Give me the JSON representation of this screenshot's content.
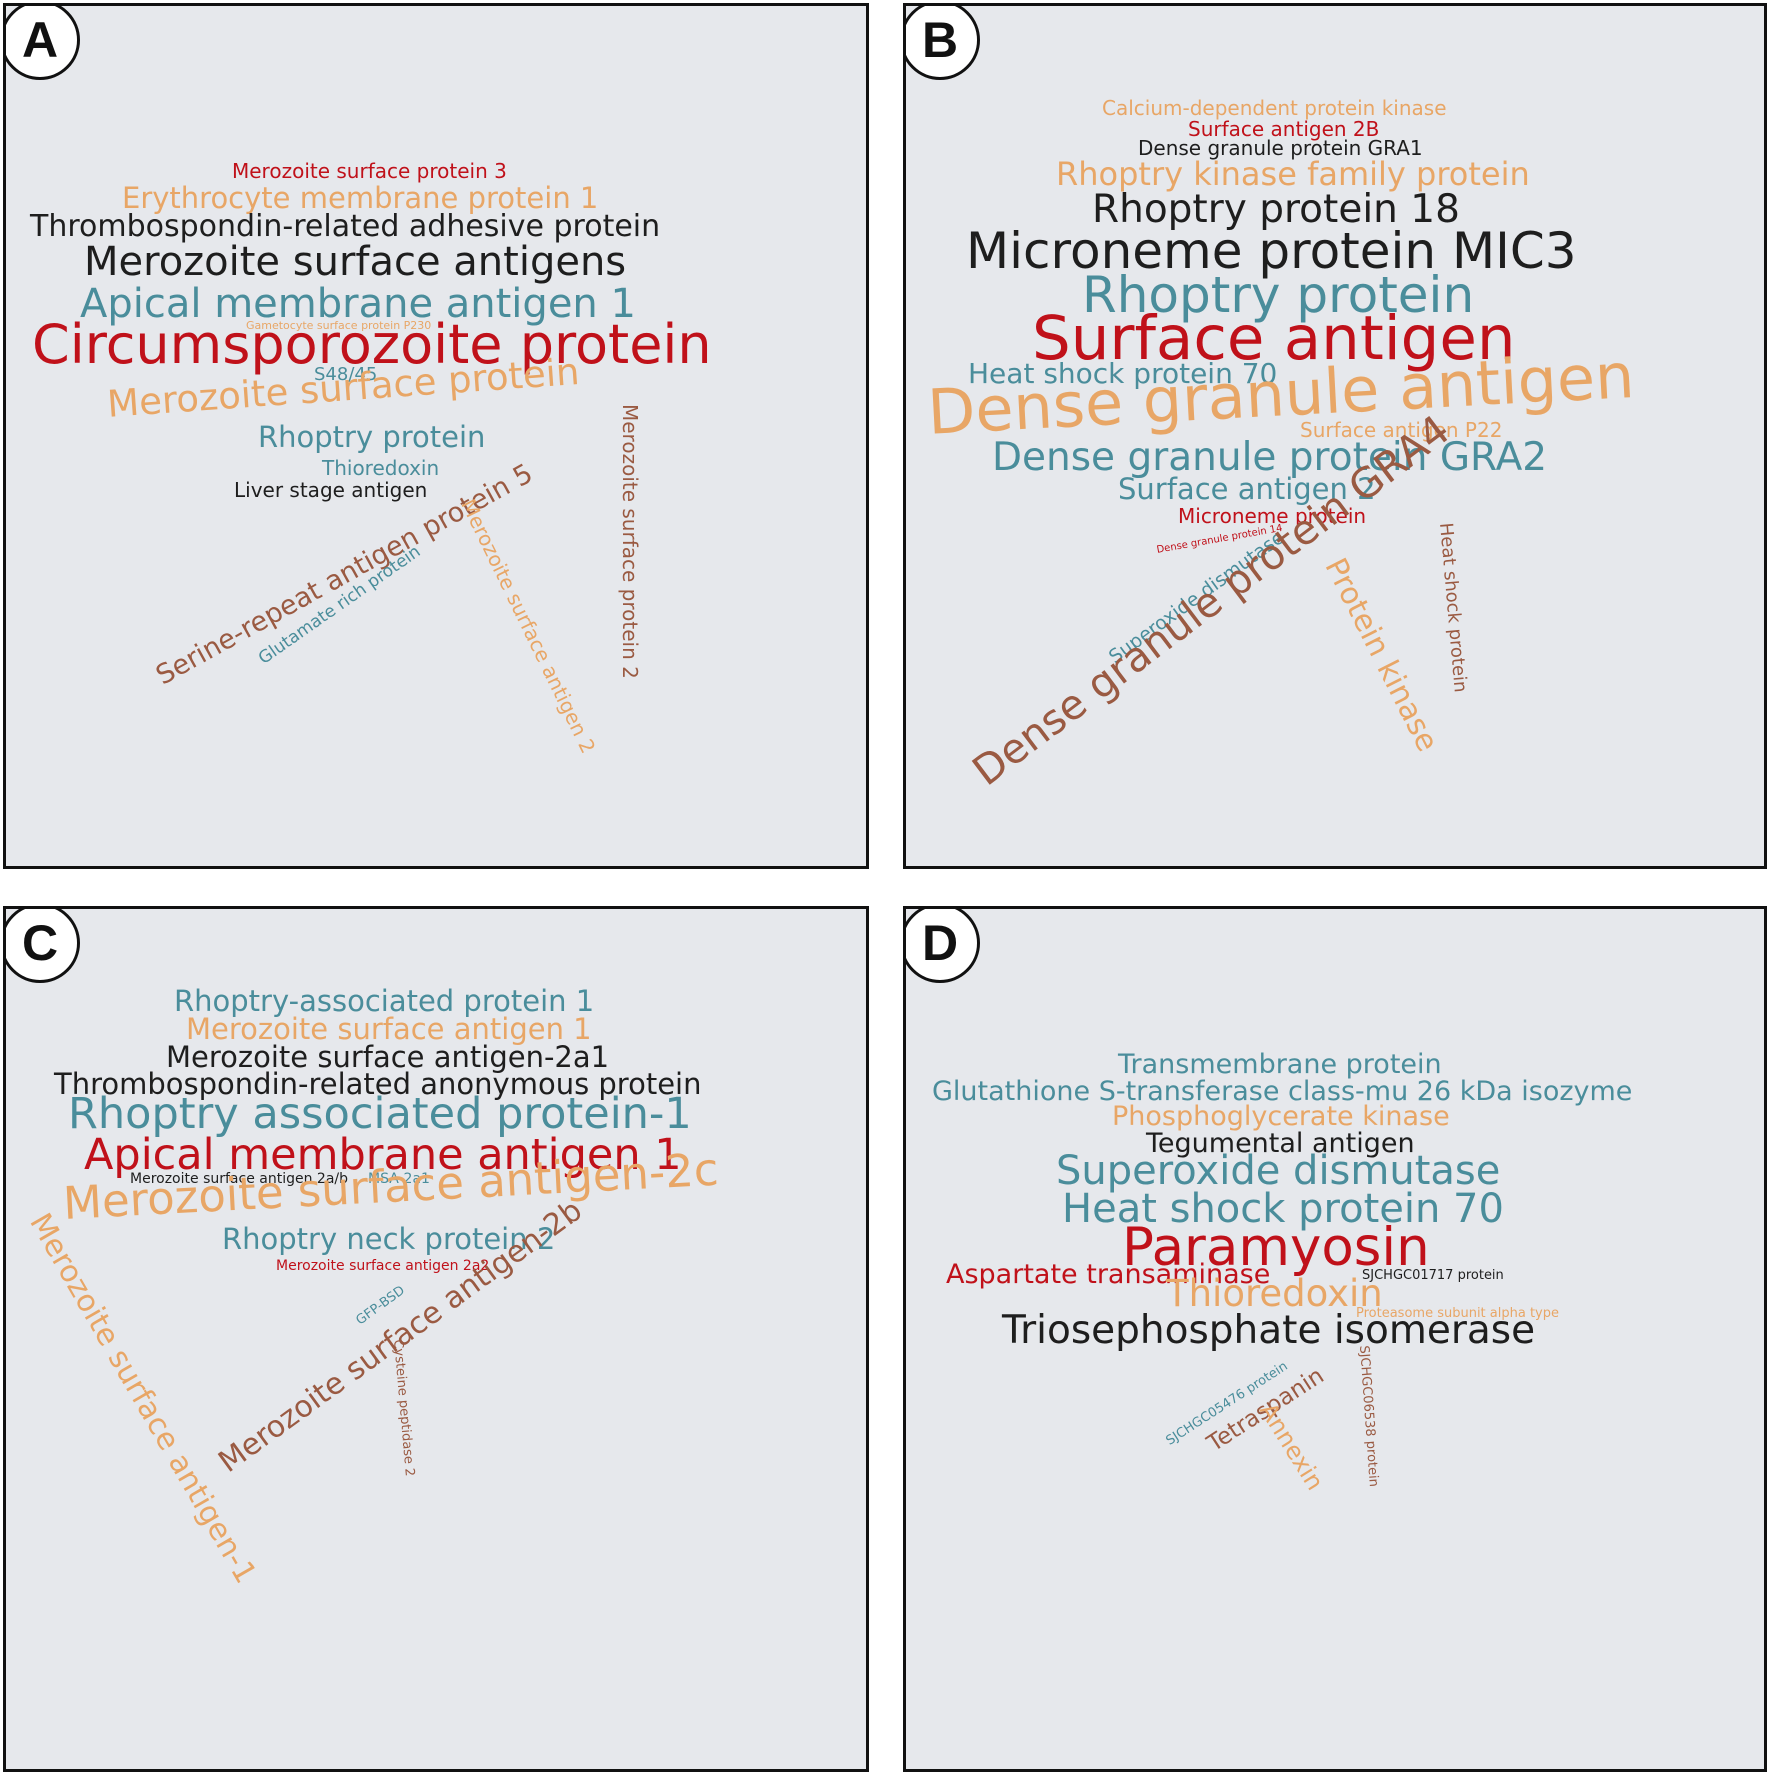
{
  "colors": {
    "background": "#e6e8ec",
    "red": "#c0111a",
    "orange": "#e8a666",
    "black": "#1e1e1e",
    "teal": "#4a8d9b",
    "brown": "#9a5a42"
  },
  "panels": {
    "a": {
      "label": "A",
      "words": [
        "Merozoite surface protein 3",
        "Erythrocyte membrane protein 1",
        "Thrombospondin-related adhesive protein",
        "Merozoite surface antigens",
        "Apical membrane antigen 1",
        "Gametocyte surface protein P230",
        "Circumsporozoite protein",
        "S48/45",
        "Merozoite surface protein",
        "Rhoptry protein",
        "Thioredoxin",
        "Liver stage antigen",
        "Serine-repeat antigen protein 5",
        "Glutamate rich protein",
        "Merozoite surface antigen 2",
        "Merozoite surface protein 2"
      ]
    },
    "b": {
      "label": "B",
      "words": [
        "Calcium-dependent protein kinase",
        "Surface antigen 2B",
        "Dense granule protein GRA1",
        "Rhoptry kinase family protein",
        "Rhoptry protein 18",
        "Microneme protein MIC3",
        "Rhoptry protein",
        "Surface antigen",
        "Heat shock protein 70",
        "Dense granule antigen",
        "Surface antigen P22",
        "Dense granule protein GRA2",
        "Surface antigen 2",
        "Microneme protein",
        "Dense granule protein 14",
        "Superoxide dismutase",
        "Dense granule protein GRA4",
        "Protein kinase",
        "Heat shock protein"
      ]
    },
    "c": {
      "label": "C",
      "words": [
        "Rhoptry-associated protein 1",
        "Merozoite surface antigen 1",
        "Merozoite surface antigen-2a1",
        "Thrombospondin-related anonymous protein",
        "Rhoptry associated protein-1",
        "Apical membrane antigen 1",
        "Merozoite surface antigen 2a/b",
        "MSA-2a1",
        "Merozoite surface antigen-2c",
        "Rhoptry neck protein 2",
        "Merozoite surface antigen 2a2",
        "GFP-BSD",
        "Merozoite surface antigen-2b",
        "Cysteine peptidase 2",
        "Merozoite surface antigen-1"
      ]
    },
    "d": {
      "label": "D",
      "words": [
        "Transmembrane protein",
        "Glutathione S-transferase class-mu 26 kDa isozyme",
        "Phosphoglycerate kinase",
        "Tegumental antigen",
        "Superoxide dismutase",
        "Heat shock protein 70",
        "Paramyosin",
        "Aspartate transaminase",
        "SJCHGC01717 protein",
        "Thioredoxin",
        "Proteasome subunit alpha type",
        "Triosephosphate isomerase",
        "SJCHGC05476 protein",
        "Tetraspanin",
        "Annexin",
        "SJCHGC06538 protein"
      ]
    }
  }
}
